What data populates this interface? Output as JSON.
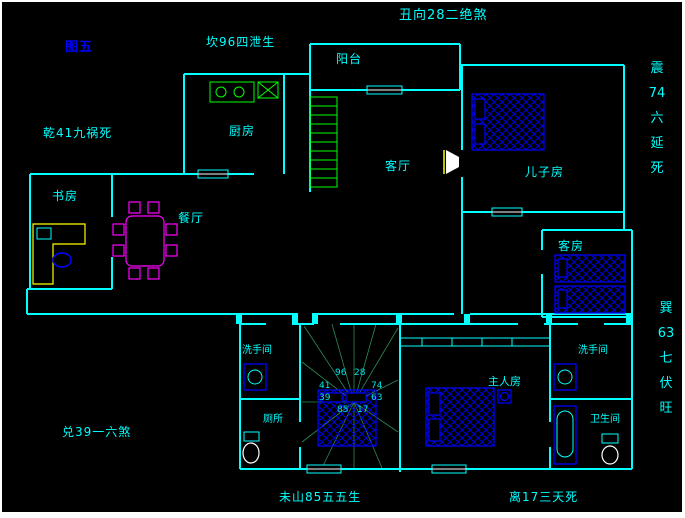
{
  "title": "丑向28二绝煞",
  "figure_label": "图五",
  "annotations": {
    "kan": "坎96四泄生",
    "qian": "乾41九祸死",
    "dui": "兑39一六煞",
    "weishan": "未山85五五生",
    "li": "离17三天死",
    "zhen": [
      "震",
      "74",
      "六",
      "延",
      "死"
    ],
    "xun": [
      "巽",
      "63",
      "七",
      "伏",
      "旺"
    ]
  },
  "rooms": {
    "balcony": "阳台",
    "kitchen": "厨房",
    "living_room": "客厅",
    "son_room": "儿子房",
    "study": "书房",
    "dining_room": "餐厅",
    "guest_room": "客房",
    "washroom_left": "洗手间",
    "washroom_right": "洗手间",
    "master_room": "主人房",
    "toilet": "厕所",
    "bathroom": "卫生间"
  },
  "compass": {
    "numbers": [
      "96",
      "28",
      "41",
      "74",
      "39",
      "63",
      "85",
      "17"
    ]
  },
  "colors": {
    "background": "#000000",
    "wall": "#00ffff",
    "text": "#00ffff",
    "figure_text": "#0000ff",
    "bed": "#0000ff",
    "dining_set": "#ff00ff",
    "stairs": "#00ff00",
    "desk": "#ffff00"
  }
}
